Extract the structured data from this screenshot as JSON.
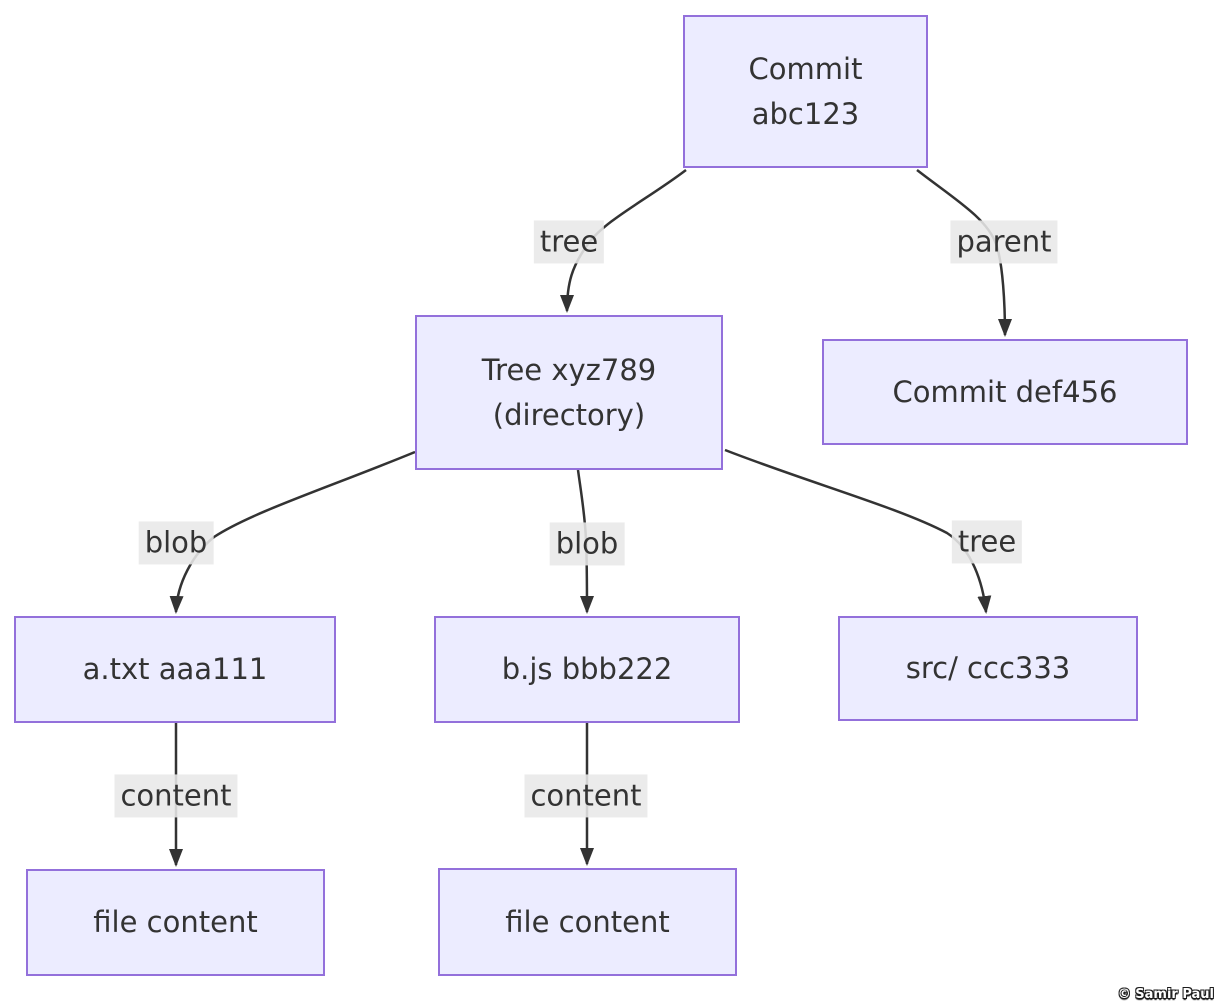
{
  "colors": {
    "node_fill": "#ECECFF",
    "node_border": "#9370DB",
    "edge_stroke": "#333333",
    "edge_label_bg": "#E8E8E8",
    "text": "#333333",
    "background": "#FFFFFF"
  },
  "nodes": [
    {
      "id": "commit-abc123",
      "label": "Commit\nabc123"
    },
    {
      "id": "tree-xyz789",
      "label": "Tree xyz789\n(directory)"
    },
    {
      "id": "commit-def456",
      "label": "Commit def456"
    },
    {
      "id": "blob-a-txt",
      "label": "a.txt aaa111"
    },
    {
      "id": "blob-b-js",
      "label": "b.js bbb222"
    },
    {
      "id": "tree-src",
      "label": "src/ ccc333"
    },
    {
      "id": "file-content-a",
      "label": "file content"
    },
    {
      "id": "file-content-b",
      "label": "file content"
    }
  ],
  "edge_labels": [
    {
      "label": "tree"
    },
    {
      "label": "parent"
    },
    {
      "label": "blob"
    },
    {
      "label": "blob"
    },
    {
      "label": "tree"
    },
    {
      "label": "content"
    },
    {
      "label": "content"
    }
  ],
  "watermark": "© Samir Paul"
}
